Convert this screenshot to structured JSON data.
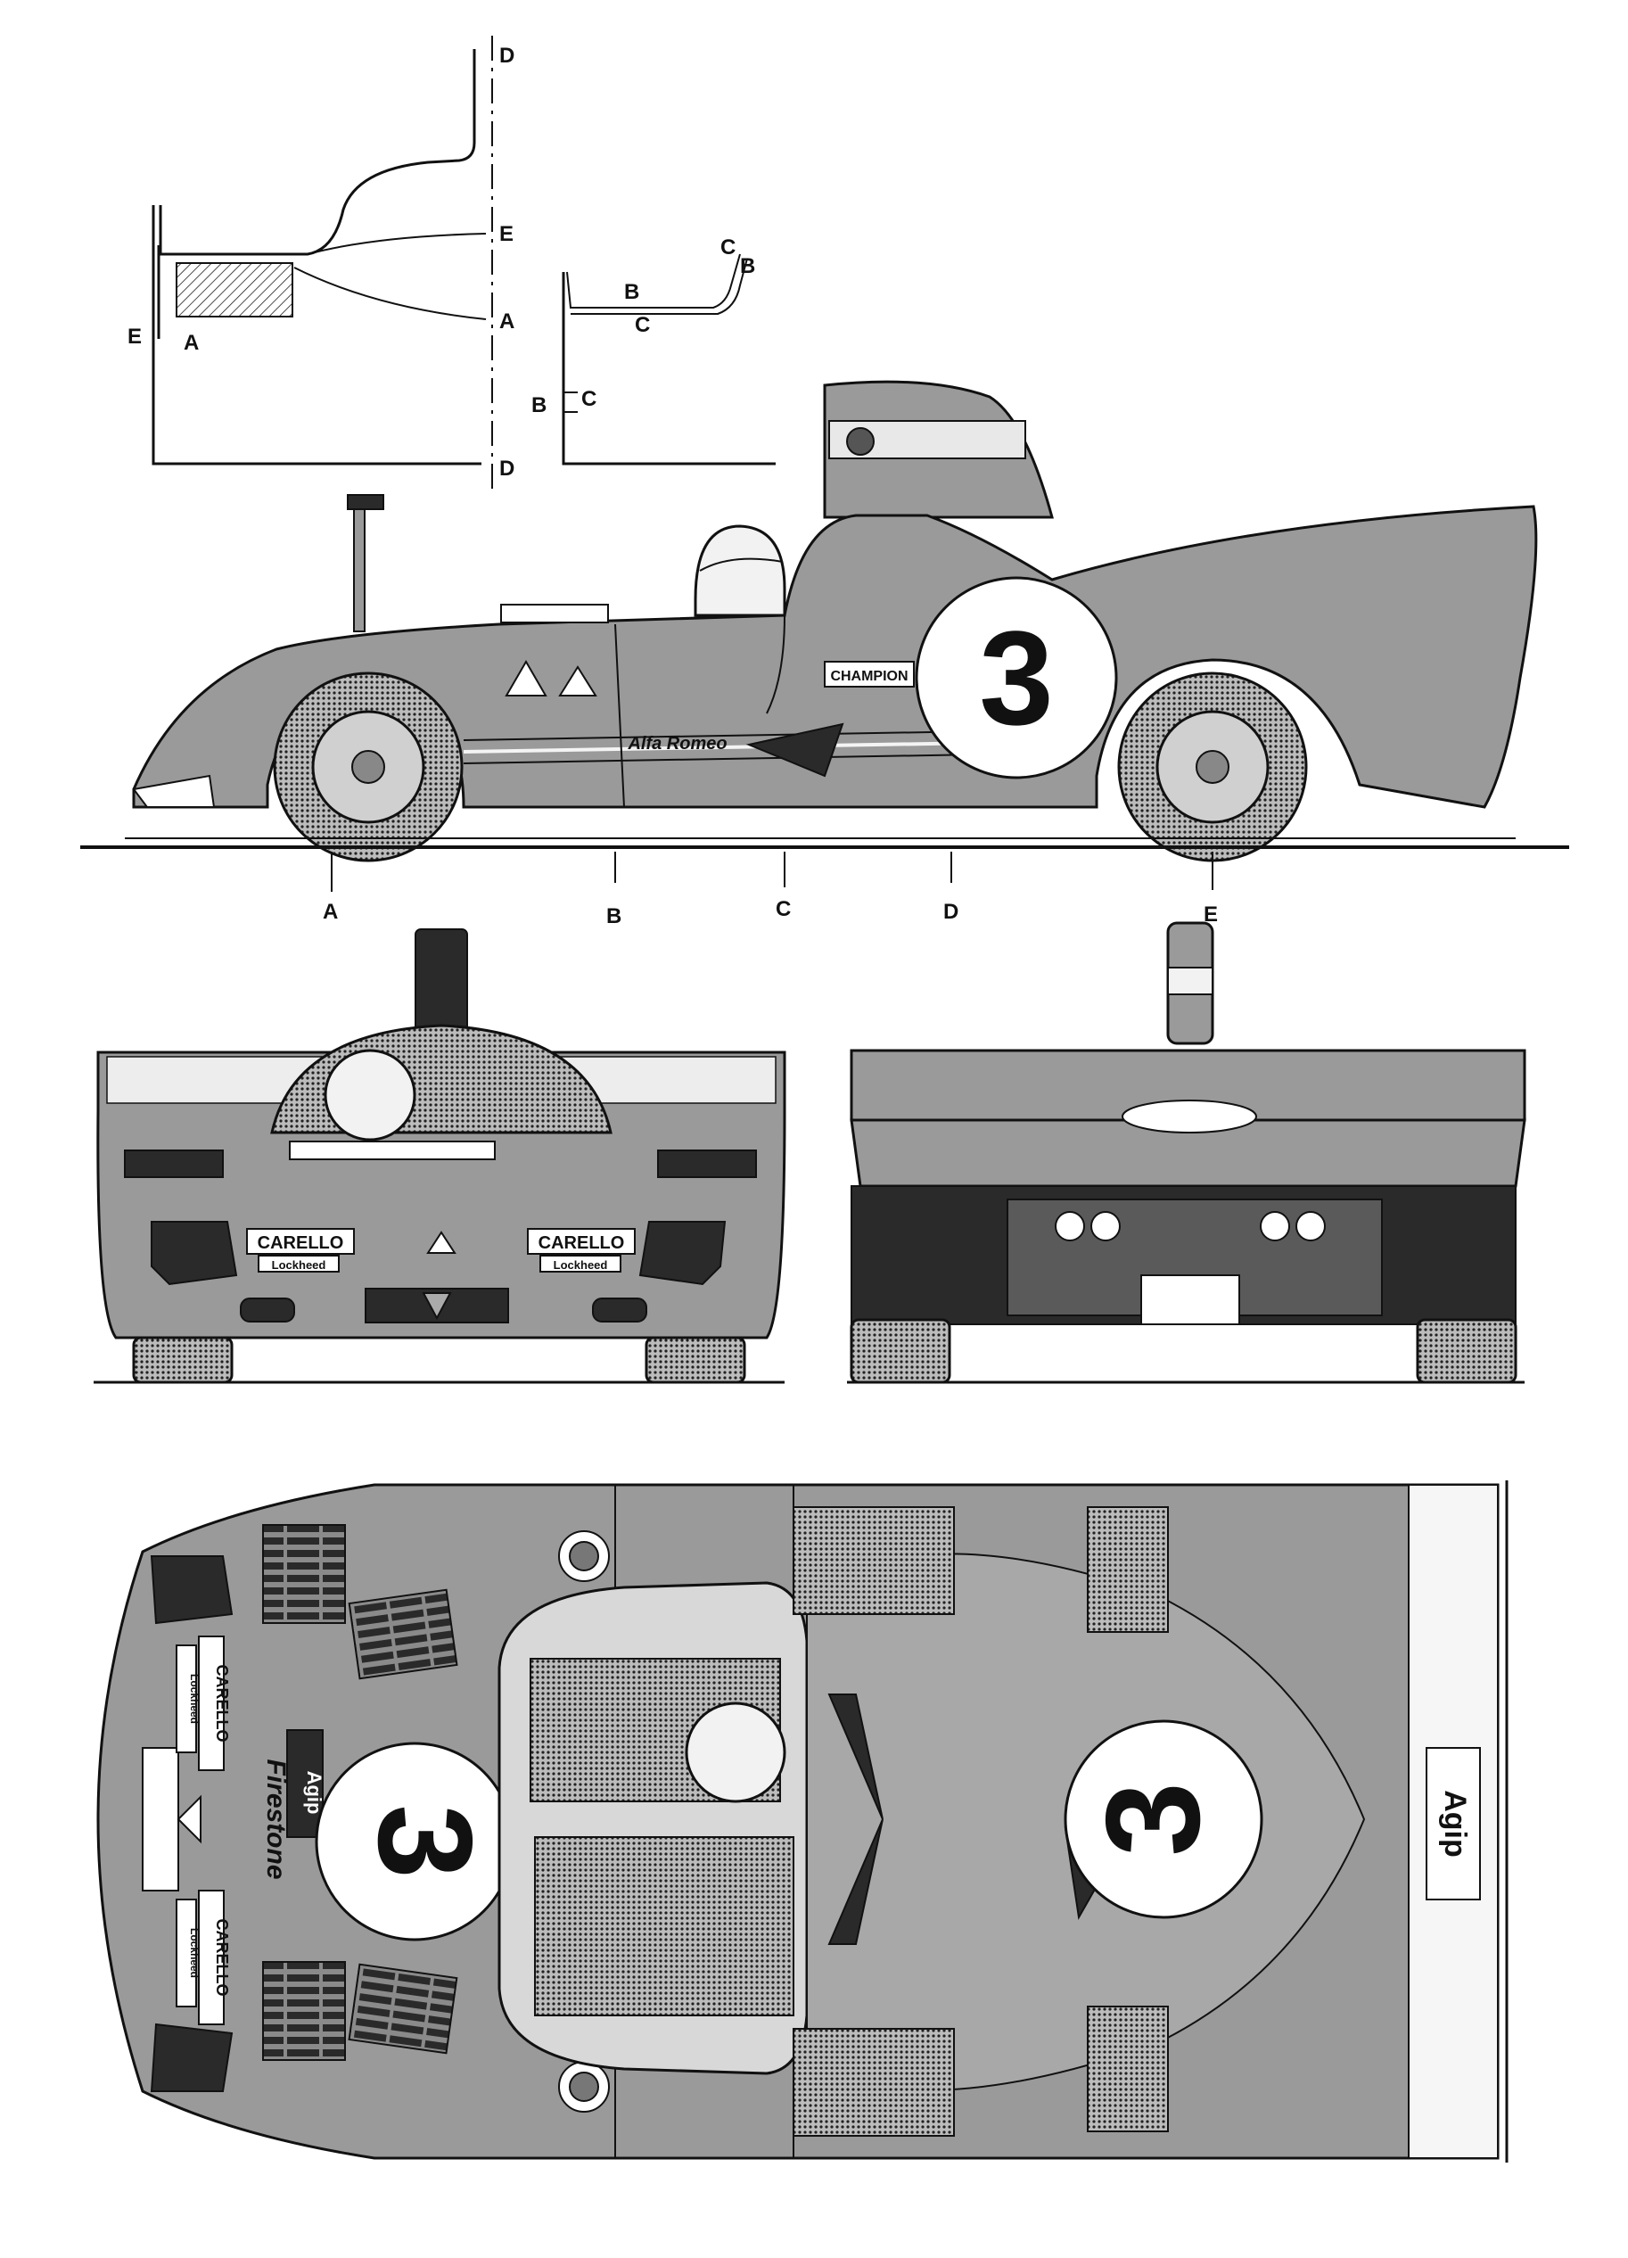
{
  "section_labels": {
    "top_left": {
      "D_top": "D",
      "E_mid": "E",
      "A_mid": "A",
      "E_left": "E",
      "A_left": "A",
      "D_bottom": "D"
    },
    "top_right": {
      "C_top": "C",
      "B_top": "B",
      "B_mid": "B",
      "C_mid": "C",
      "B_side": "B",
      "C_side": "C"
    },
    "ground": [
      "A",
      "B",
      "C",
      "D",
      "E"
    ]
  },
  "side_view": {
    "race_number": "3",
    "sponsor_champion": "CHAMPION",
    "script_badge": "Alfa Romeo"
  },
  "front_view": {
    "sponsor_left": "CARELLO",
    "sponsor_right": "CARELLO",
    "sub_left": "Lockheed",
    "sub_right": "Lockheed"
  },
  "top_view": {
    "race_number_left": "3",
    "race_number_right": "3",
    "sponsor_top": "CARELLO",
    "sponsor_bottom": "CARELLO",
    "sub_top": "Lockheed",
    "sub_bottom": "Lockheed",
    "firestone": "Firestone",
    "agip_left": "Agip",
    "agip_right": "Agip"
  },
  "colors": {
    "body": "#9a9a9a",
    "ink": "#111111",
    "paper": "#ffffff"
  }
}
